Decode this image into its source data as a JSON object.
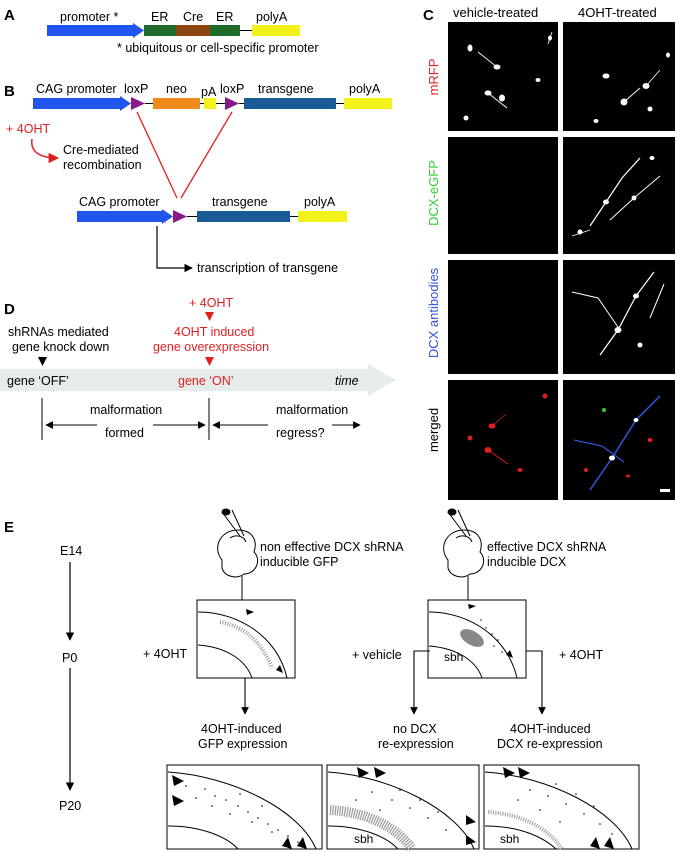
{
  "panel_letters": {
    "a": "A",
    "b": "B",
    "c": "C",
    "d": "D",
    "e": "E"
  },
  "panel_a": {
    "promoter": "promoter *",
    "er1": "ER",
    "cre": "Cre",
    "er2": "ER",
    "polya": "polyA",
    "footnote": "* ubiquitous or cell-specific promoter"
  },
  "panel_b": {
    "cag_top": "CAG promoter",
    "loxp1": "loxP",
    "neo": "neo",
    "pa": "pA",
    "loxp2": "loxP",
    "transgene_top": "transgene",
    "polya_top": "polyA",
    "plus_4oht": "+ 4OHT",
    "cre_line1": "Cre-mediated",
    "cre_line2": "recombination",
    "cag_bottom": "CAG promoter",
    "transgene_bottom": "transgene",
    "polya_bottom": "polyA",
    "transcription": "transcription of transgene"
  },
  "panel_c": {
    "col1": "vehicle-treated",
    "col2": "4OHT-treated",
    "rows": [
      "mRFP",
      "DCX-eGFP",
      "DCX antibodies",
      "merged"
    ],
    "row_colors": [
      "#e02020",
      "#33cc33",
      "#3355dd",
      "#000000"
    ]
  },
  "panel_d": {
    "plus_4oht": "+ 4OHT",
    "shrna_line1": "shRNAs mediated",
    "shrna_line2": "gene knock down",
    "induced_line1": "4OHT induced",
    "induced_line2": "gene overexpression",
    "gene_off": "gene ‘OFF’",
    "gene_on": "gene ‘ON’",
    "time": "time",
    "malf1_line1": "malformation",
    "malf1_line2": "formed",
    "malf2_line1": "malformation",
    "malf2_line2": "regress?"
  },
  "panel_e": {
    "e14": "E14",
    "p0": "P0",
    "p20": "P20",
    "left_inj_line1": "non effective DCX shRNA",
    "left_inj_line2": "inducible GFP",
    "right_inj_line1": "effective DCX shRNA",
    "right_inj_line2": "inducible DCX",
    "plus_4oht_left": "+ 4OHT",
    "plus_vehicle": "+ vehicle",
    "plus_4oht_right": "+ 4OHT",
    "sbh_top": "sbh",
    "out1_line1": "4OHT-induced",
    "out1_line2": "GFP expression",
    "out2_line1": "no DCX",
    "out2_line2": "re-expression",
    "out3_line1": "4OHT-induced",
    "out3_line2": "DCX re-expression",
    "sbh_mid": "sbh",
    "sbh_right": "sbh"
  },
  "colors": {
    "promoter_blue": "#2255ee",
    "er_green": "#1f6b2a",
    "cre_brown": "#8a4510",
    "polya_yellow": "#f2f21a",
    "loxp_purple": "#8a1a8a",
    "neo_orange": "#f08a1a",
    "transgene_blue": "#1a5a96",
    "red": "#e02020",
    "timeline": "#e6ebeb"
  }
}
